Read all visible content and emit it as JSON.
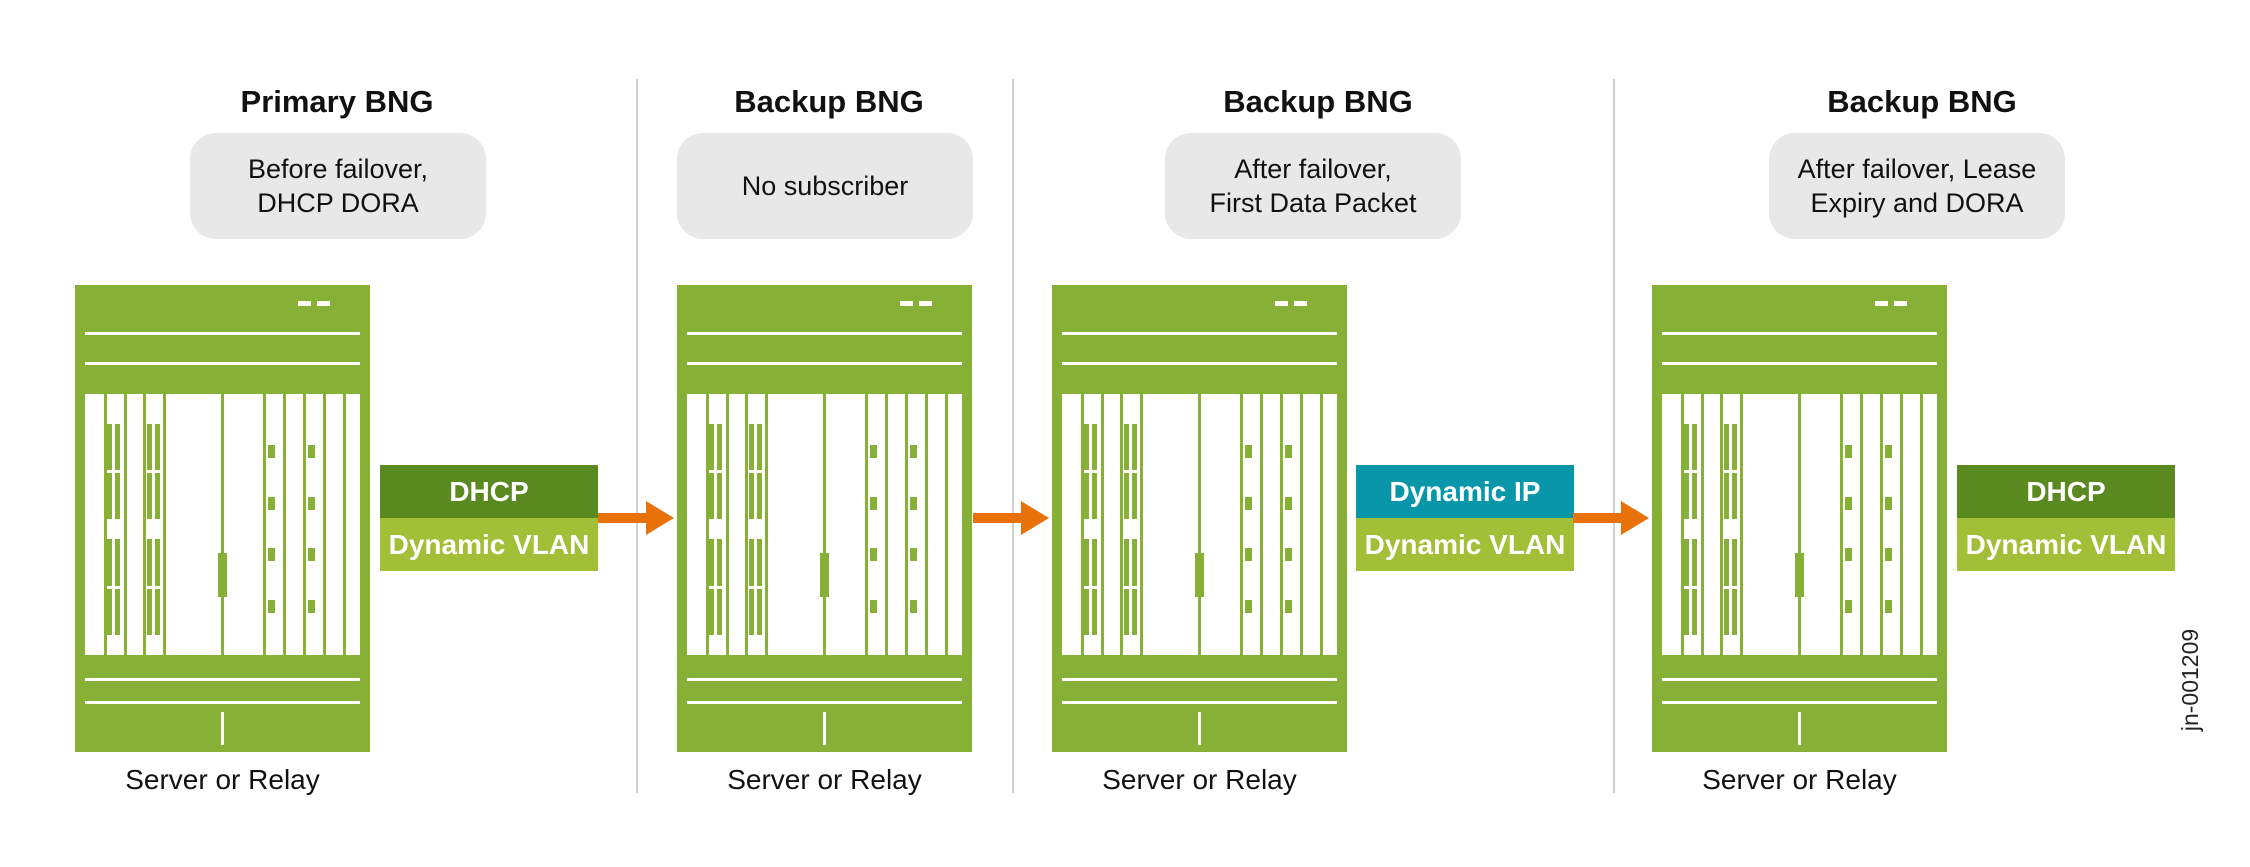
{
  "colors": {
    "router": "#86b036",
    "tag_dhcp": "#5a8a1f",
    "tag_vlan": "#a2c037",
    "tag_dynamic_ip": "#0996a9",
    "arrow": "#e8710a",
    "note_bg": "#e8e8e8",
    "divider": "#d0d0d0"
  },
  "columns": [
    {
      "title": "Primary BNG",
      "note": "Before failover,\nDHCP DORA",
      "device_icon": "router-chassis-icon",
      "caption": "Server or Relay",
      "tag": {
        "top": "DHCP",
        "bottom": "Dynamic VLAN",
        "top_kind": "dhcp"
      }
    },
    {
      "title": "Backup BNG",
      "note": "No subscriber",
      "device_icon": "router-chassis-icon",
      "caption": "Server or Relay",
      "tag": null
    },
    {
      "title": "Backup BNG",
      "note": "After failover,\nFirst Data Packet",
      "device_icon": "router-chassis-icon",
      "caption": "Server or Relay",
      "tag": {
        "top": "Dynamic IP",
        "bottom": "Dynamic VLAN",
        "top_kind": "dynamic-ip"
      }
    },
    {
      "title": "Backup BNG",
      "note": "After failover, Lease\nExpiry and DORA",
      "device_icon": "router-chassis-icon",
      "caption": "Server or Relay",
      "tag": {
        "top": "DHCP",
        "bottom": "Dynamic VLAN",
        "top_kind": "dhcp"
      }
    }
  ],
  "arrows": [
    {
      "icon": "arrow-right-icon",
      "from": "Primary BNG",
      "to": "Backup BNG (No subscriber)"
    },
    {
      "icon": "arrow-right-icon",
      "from": "Backup BNG (No subscriber)",
      "to": "Backup BNG (After failover, First Data Packet)"
    },
    {
      "icon": "arrow-right-icon",
      "from": "Backup BNG (After failover, First Data Packet)",
      "to": "Backup BNG (After failover, Lease Expiry and DORA)"
    }
  ],
  "figure_id": "jn-001209"
}
